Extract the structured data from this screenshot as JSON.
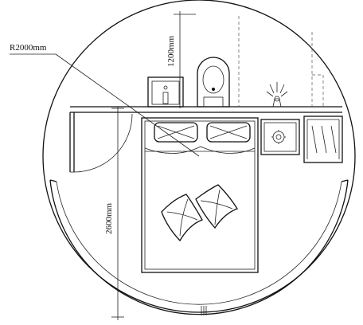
{
  "dimensions": {
    "radius_label": "R2000mm",
    "bathroom_depth_label": "1200mm",
    "bedroom_depth_label": "2600mm"
  }
}
